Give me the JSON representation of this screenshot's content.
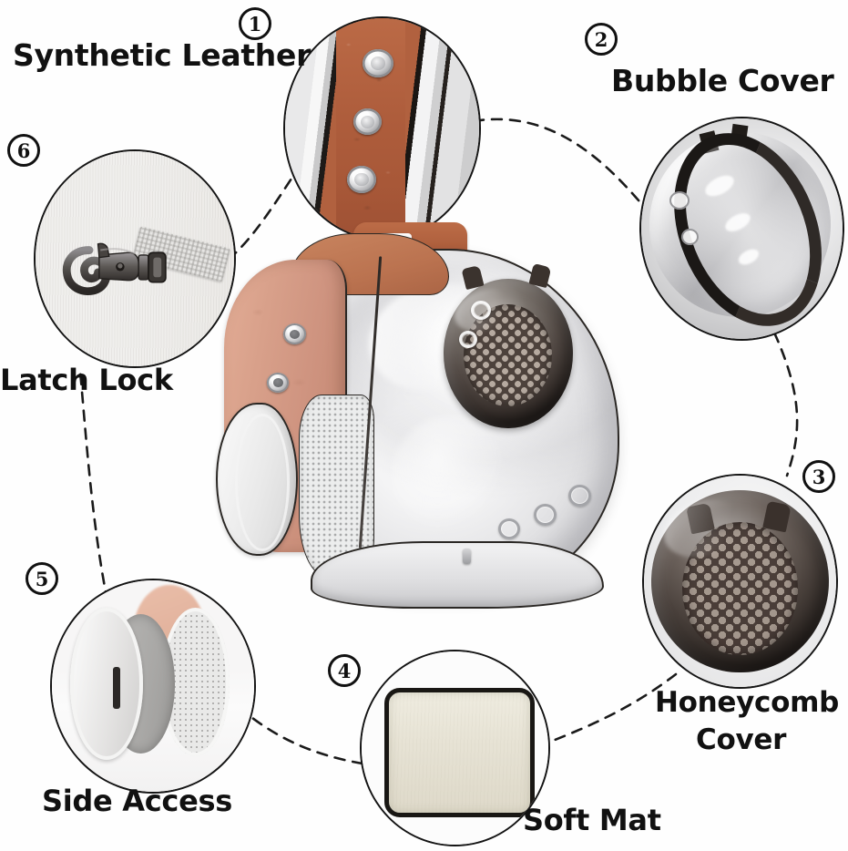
{
  "infographic": {
    "type": "product-feature-callout",
    "product": "transparent bubble pet carrier backpack",
    "background_color": "#ffffff",
    "text_color": "#111111",
    "accent_leather_color": "#b1613f",
    "shell_color": "#e0e0e2",
    "honeycomb_color": "#4a3d38"
  },
  "features": [
    {
      "number": "1",
      "label": "Synthetic Leather",
      "icon": "leather-grommet-panel-icon",
      "detail": "brown synthetic leather side panel with three silver metal grommets"
    },
    {
      "number": "2",
      "label": "Bubble Cover",
      "icon": "transparent-dome-icon",
      "detail": "clear transparent bubble dome cover with dark rim"
    },
    {
      "number": "3",
      "label": "Honeycomb\nCover",
      "label_line1": "Honeycomb",
      "label_line2": "Cover",
      "icon": "honeycomb-mesh-dome-icon",
      "detail": "dark translucent cat-ear dome with honeycomb breathable mesh"
    },
    {
      "number": "4",
      "label": "Soft Mat",
      "icon": "soft-mat-icon",
      "detail": "cream rounded rectangular fleece mat"
    },
    {
      "number": "5",
      "label": "Side Access",
      "icon": "side-pocket-open-icon",
      "detail": "opened side flap with zipper and mesh panel"
    },
    {
      "number": "6",
      "label": "Latch Lock",
      "icon": "swivel-latch-clasp-icon",
      "detail": "metal swivel snap hook clasp on woven strap"
    }
  ]
}
